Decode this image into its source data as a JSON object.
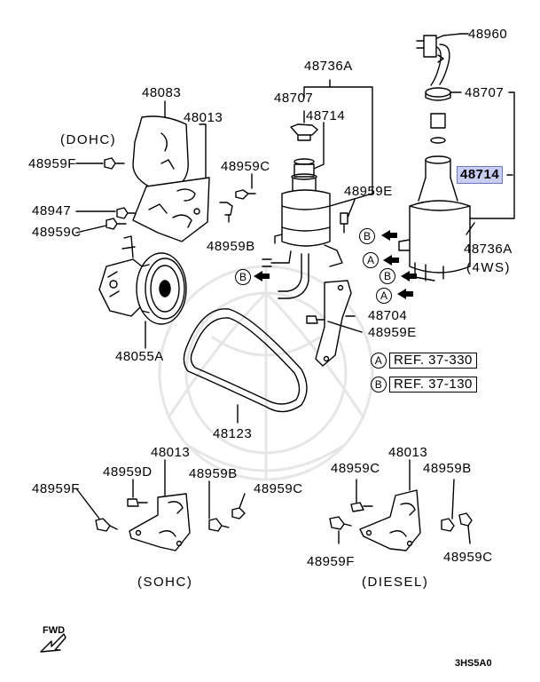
{
  "labels": {
    "p48960": "48960",
    "p48707_right": "48707",
    "p48736A_top": "48736A",
    "p48707_mid": "48707",
    "p48714_mid": "48714",
    "p48083": "48083",
    "p48013_top": "48013",
    "dohc": "(DOHC)",
    "p48959F_top": "48959F",
    "p48959C_top": "48959C",
    "p48714_highlight": "48714",
    "p48959E_top": "48959E",
    "p48947": "48947",
    "p48959C_left": "48959C",
    "p48959B_mid": "48959B",
    "p48736A_right": "48736A",
    "ws4": "(4WS)",
    "p48704": "48704",
    "p48959E_mid": "48959E",
    "p48055A": "48055A",
    "p48123": "48123",
    "p48013_sohc": "48013",
    "p48959D": "48959D",
    "p48959B_sohc": "48959B",
    "p48959F_sohc": "48959F",
    "p48959C_sohc": "48959C",
    "sohc": "(SOHC)",
    "p48013_diesel": "48013",
    "p48959C_diesel": "48959C",
    "p48959B_diesel": "48959B",
    "p48959F_diesel": "48959F",
    "p48959C_diesel2": "48959C",
    "diesel": "(DIESEL)",
    "fwd": "FWD",
    "code": "3HS5A0"
  },
  "refs": [
    {
      "letter": "A",
      "text": "REF. 37-330"
    },
    {
      "letter": "B",
      "text": "REF. 37-130"
    }
  ],
  "tags": {
    "a": "A",
    "b": "B"
  },
  "colors": {
    "line": "#000000",
    "highlight_fill": "#c8cdf4",
    "highlight_border": "#6b76c6",
    "watermark": "#e6e6e6"
  }
}
